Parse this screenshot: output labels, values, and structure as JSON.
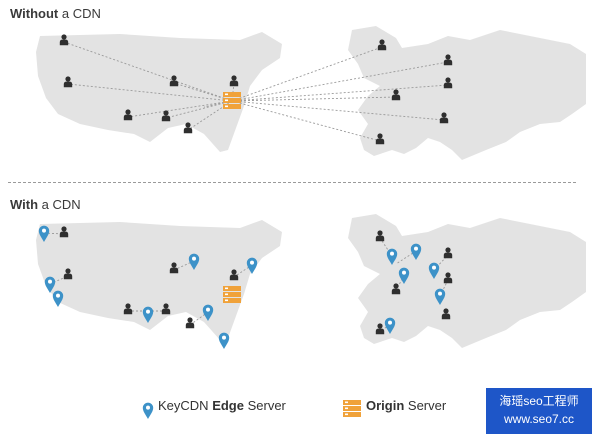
{
  "top": {
    "title_bold": "Without",
    "title_rest": " a CDN"
  },
  "bottom": {
    "title_bold": "With",
    "title_rest": " a CDN"
  },
  "legend": {
    "edge_prefix": "KeyCDN ",
    "edge_bold": "Edge",
    "edge_suffix": " Server",
    "origin_bold": "Origin",
    "origin_suffix": " Server"
  },
  "watermark": {
    "line1": "海瑶seo工程师",
    "line2": "www.seo7.cc"
  },
  "colors": {
    "map": "#e3e3e3",
    "person": "#2f2f2f",
    "pin": "#3d92c8",
    "server": "#f0a23a",
    "line": "#9a9a9a"
  },
  "icons": {
    "user": "person-icon",
    "edge": "map-pin-icon",
    "origin": "server-stack-icon"
  }
}
